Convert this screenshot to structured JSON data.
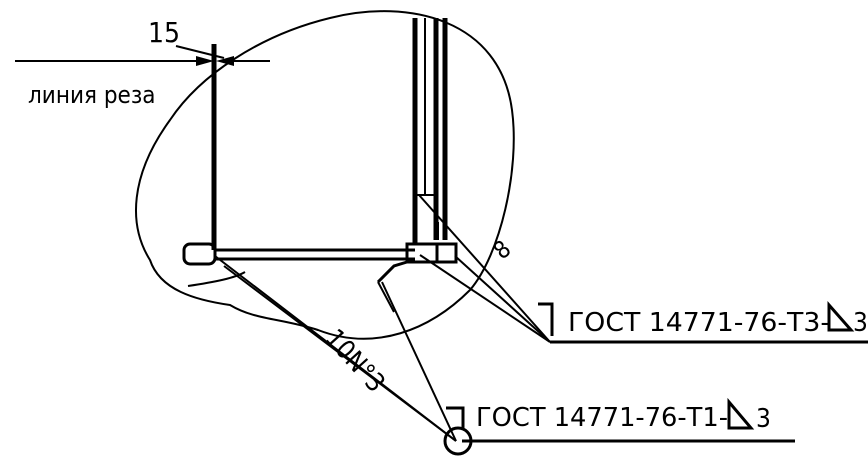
{
  "drawing": {
    "dimension_value": "15",
    "cut_line_label": "линия реза",
    "leg_size_label": "8",
    "part_label": "10N°3",
    "weld_callout_top": {
      "standard": "ГОСТ 14771-76-Т3-",
      "size": "3"
    },
    "weld_callout_bottom": {
      "standard": "ГОСТ 14771-76-Т1-",
      "size": "3"
    }
  }
}
